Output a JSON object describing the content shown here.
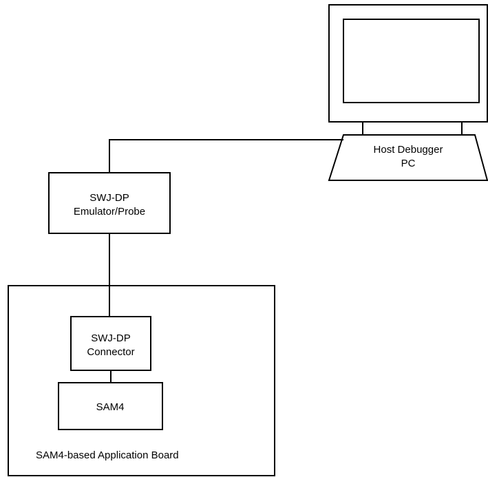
{
  "host": {
    "line1": "Host Debugger",
    "line2": "PC"
  },
  "emulator": {
    "line1": "SWJ-DP",
    "line2": "Emulator/Probe"
  },
  "connector": {
    "line1": "SWJ-DP",
    "line2": "Connector"
  },
  "chip": {
    "label": "SAM4"
  },
  "board": {
    "label": "SAM4-based Application Board"
  }
}
